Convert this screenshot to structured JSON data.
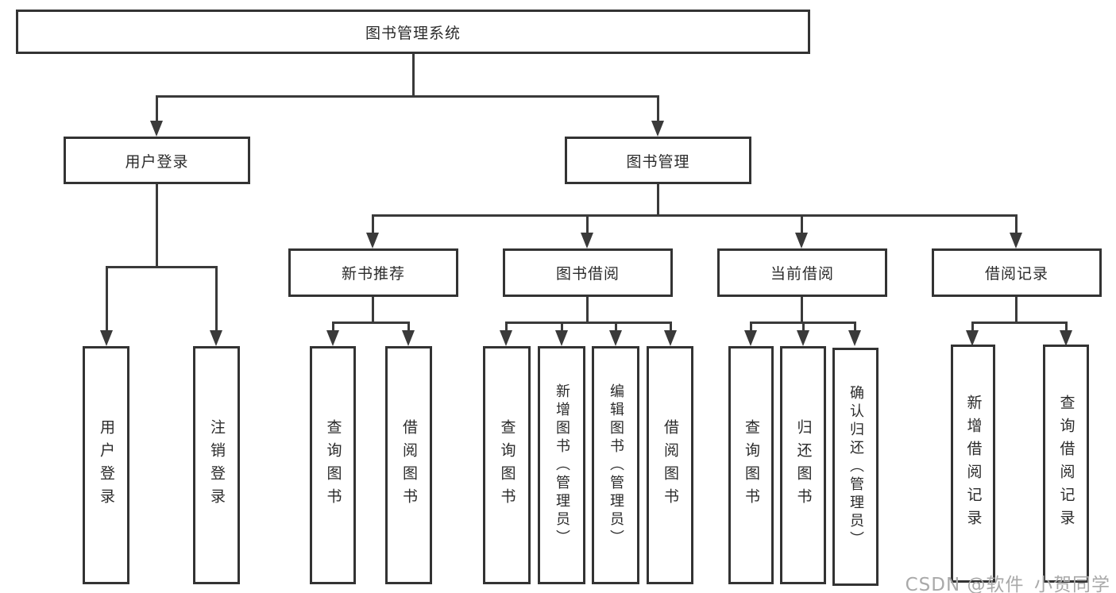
{
  "diagram": {
    "title": "图书管理系统",
    "level2": {
      "user_login": "用户登录",
      "book_mgmt": "图书管理"
    },
    "level3": {
      "new_books": "新书推荐",
      "borrowing": "图书借阅",
      "current": "当前借阅",
      "records": "借阅记录"
    },
    "leaves": {
      "user_login_1": "用户登录",
      "user_login_2": "注销登录",
      "new_books_1": "查询图书",
      "new_books_2": "借阅图书",
      "borrowing_1": "查询图书",
      "borrowing_2": "新增图书（管理员）",
      "borrowing_3": "编辑图书（管理员）",
      "borrowing_4": "借阅图书",
      "current_1": "查询图书",
      "current_2": "归还图书",
      "current_3": "确认归还（管理员）",
      "records_1": "新增借阅记录",
      "records_2": "查询借阅记录"
    },
    "watermark": "CSDN @软件_小贺同学",
    "colors": {
      "line": "#3a3a3a",
      "border": "#333333",
      "text": "#2b2b2b",
      "watermark": "#a9a9a9",
      "background": "#ffffff"
    }
  }
}
